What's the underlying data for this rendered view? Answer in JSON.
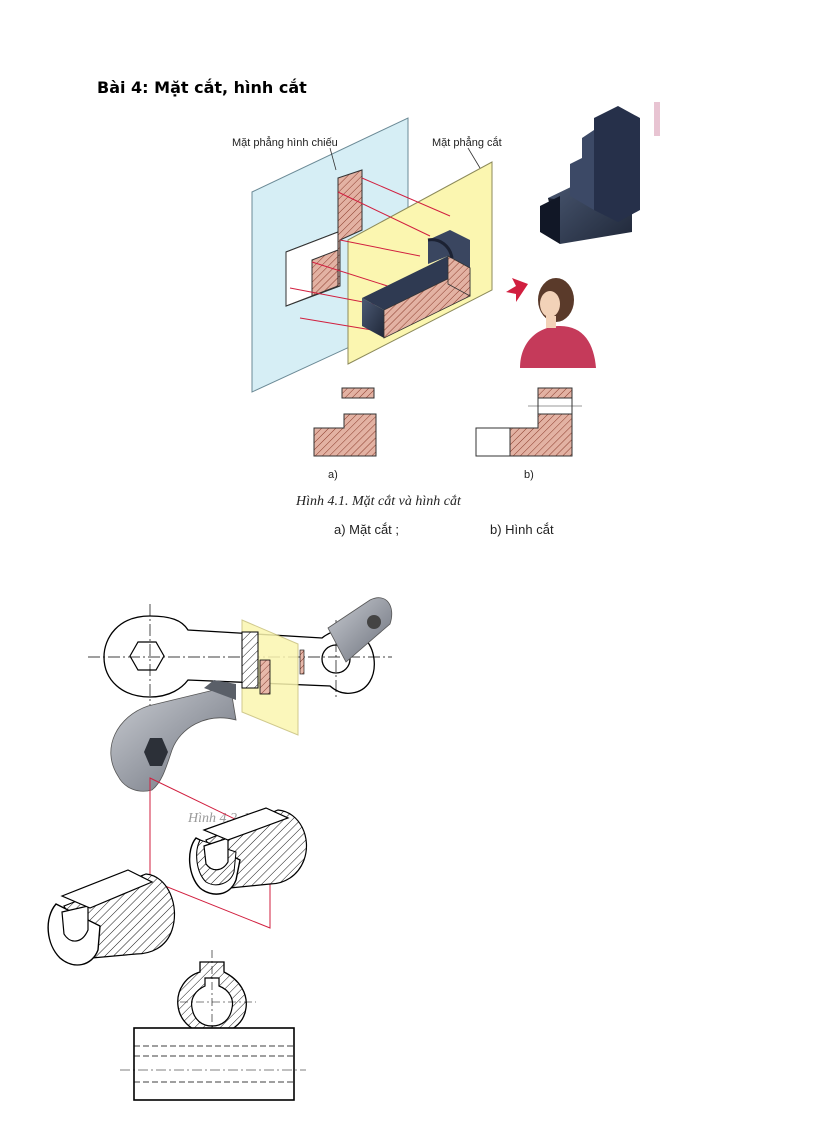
{
  "page": {
    "title": "Bài 4: Mặt cắt, hình cắt"
  },
  "figure1": {
    "label_projection_plane": "Mặt phẳng hình chiếu",
    "label_cutting_plane": "Mặt phẳng cắt",
    "label_a": "a)",
    "label_b": "b)",
    "caption": "Hình 4.1. Mặt cắt và hình cắt",
    "sub_a": "a) Mặt cắt ;",
    "sub_b": "b) Hình cắt"
  },
  "figure2": {
    "caption": "Hình 4.2. Mặt cắt"
  },
  "colors": {
    "section_fill": "#e3b2a3",
    "hatch": "#8a3b2b",
    "projection_plane": "#d6eef5",
    "cutting_plane": "#fbf6b0",
    "arrow": "#d11f3f",
    "solid_dark": "#2a3448"
  }
}
